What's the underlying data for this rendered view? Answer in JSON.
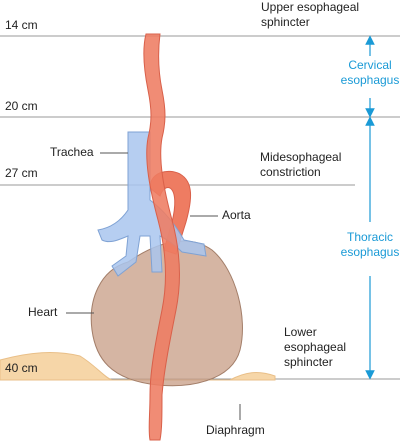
{
  "levels": {
    "cm14": "14 cm",
    "cm20": "20 cm",
    "cm27": "27 cm",
    "cm40": "40 cm"
  },
  "labels": {
    "upper_sphincter": [
      "Upper esophageal",
      "sphincter"
    ],
    "midesophageal": [
      "Midesophageal",
      "constriction"
    ],
    "lower_sphincter": [
      "Lower",
      "esophageal",
      "sphincter"
    ],
    "trachea": "Trachea",
    "aorta": "Aorta",
    "heart": "Heart",
    "diaphragm": "Diaphragm"
  },
  "regions": {
    "cervical": [
      "Cervical",
      "esophagus"
    ],
    "thoracic": [
      "Thoracic",
      "esophagus"
    ]
  },
  "colors": {
    "esophagus": "#ee7c62",
    "trachea": "#a9c6ee",
    "heart": "#c9a089",
    "diaphragm": "#f6d6a8",
    "region_arrow": "#1a9ad6",
    "guide_line": "#9a9a9a"
  }
}
